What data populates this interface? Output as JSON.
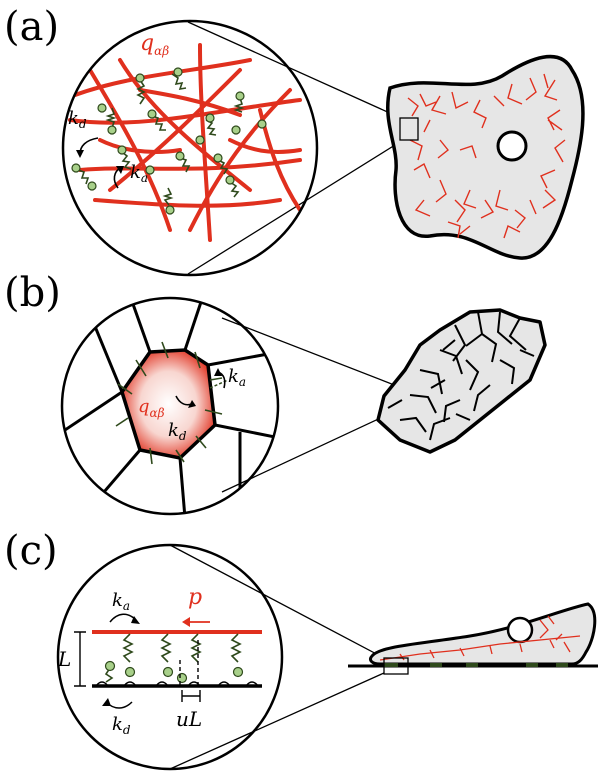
{
  "panels": {
    "a": {
      "label": "(a)",
      "q": "q",
      "q_sub": "αβ",
      "kd": "k",
      "kd_sub": "d",
      "ka": "k",
      "ka_sub": "a"
    },
    "b": {
      "label": "(b)",
      "q": "q",
      "q_sub": "αβ",
      "kd": "k",
      "kd_sub": "d",
      "ka": "k",
      "ka_sub": "a"
    },
    "c": {
      "label": "(c)",
      "ka": "k",
      "ka_sub": "a",
      "kd": "k",
      "kd_sub": "d",
      "p": "p",
      "L": "L",
      "uL": "uL"
    }
  },
  "colors": {
    "filament": "#e0301e",
    "linker": "#2f4a1c",
    "node": "#a8d08a",
    "cell_fill": "#e6e6e6",
    "black": "#000000"
  }
}
